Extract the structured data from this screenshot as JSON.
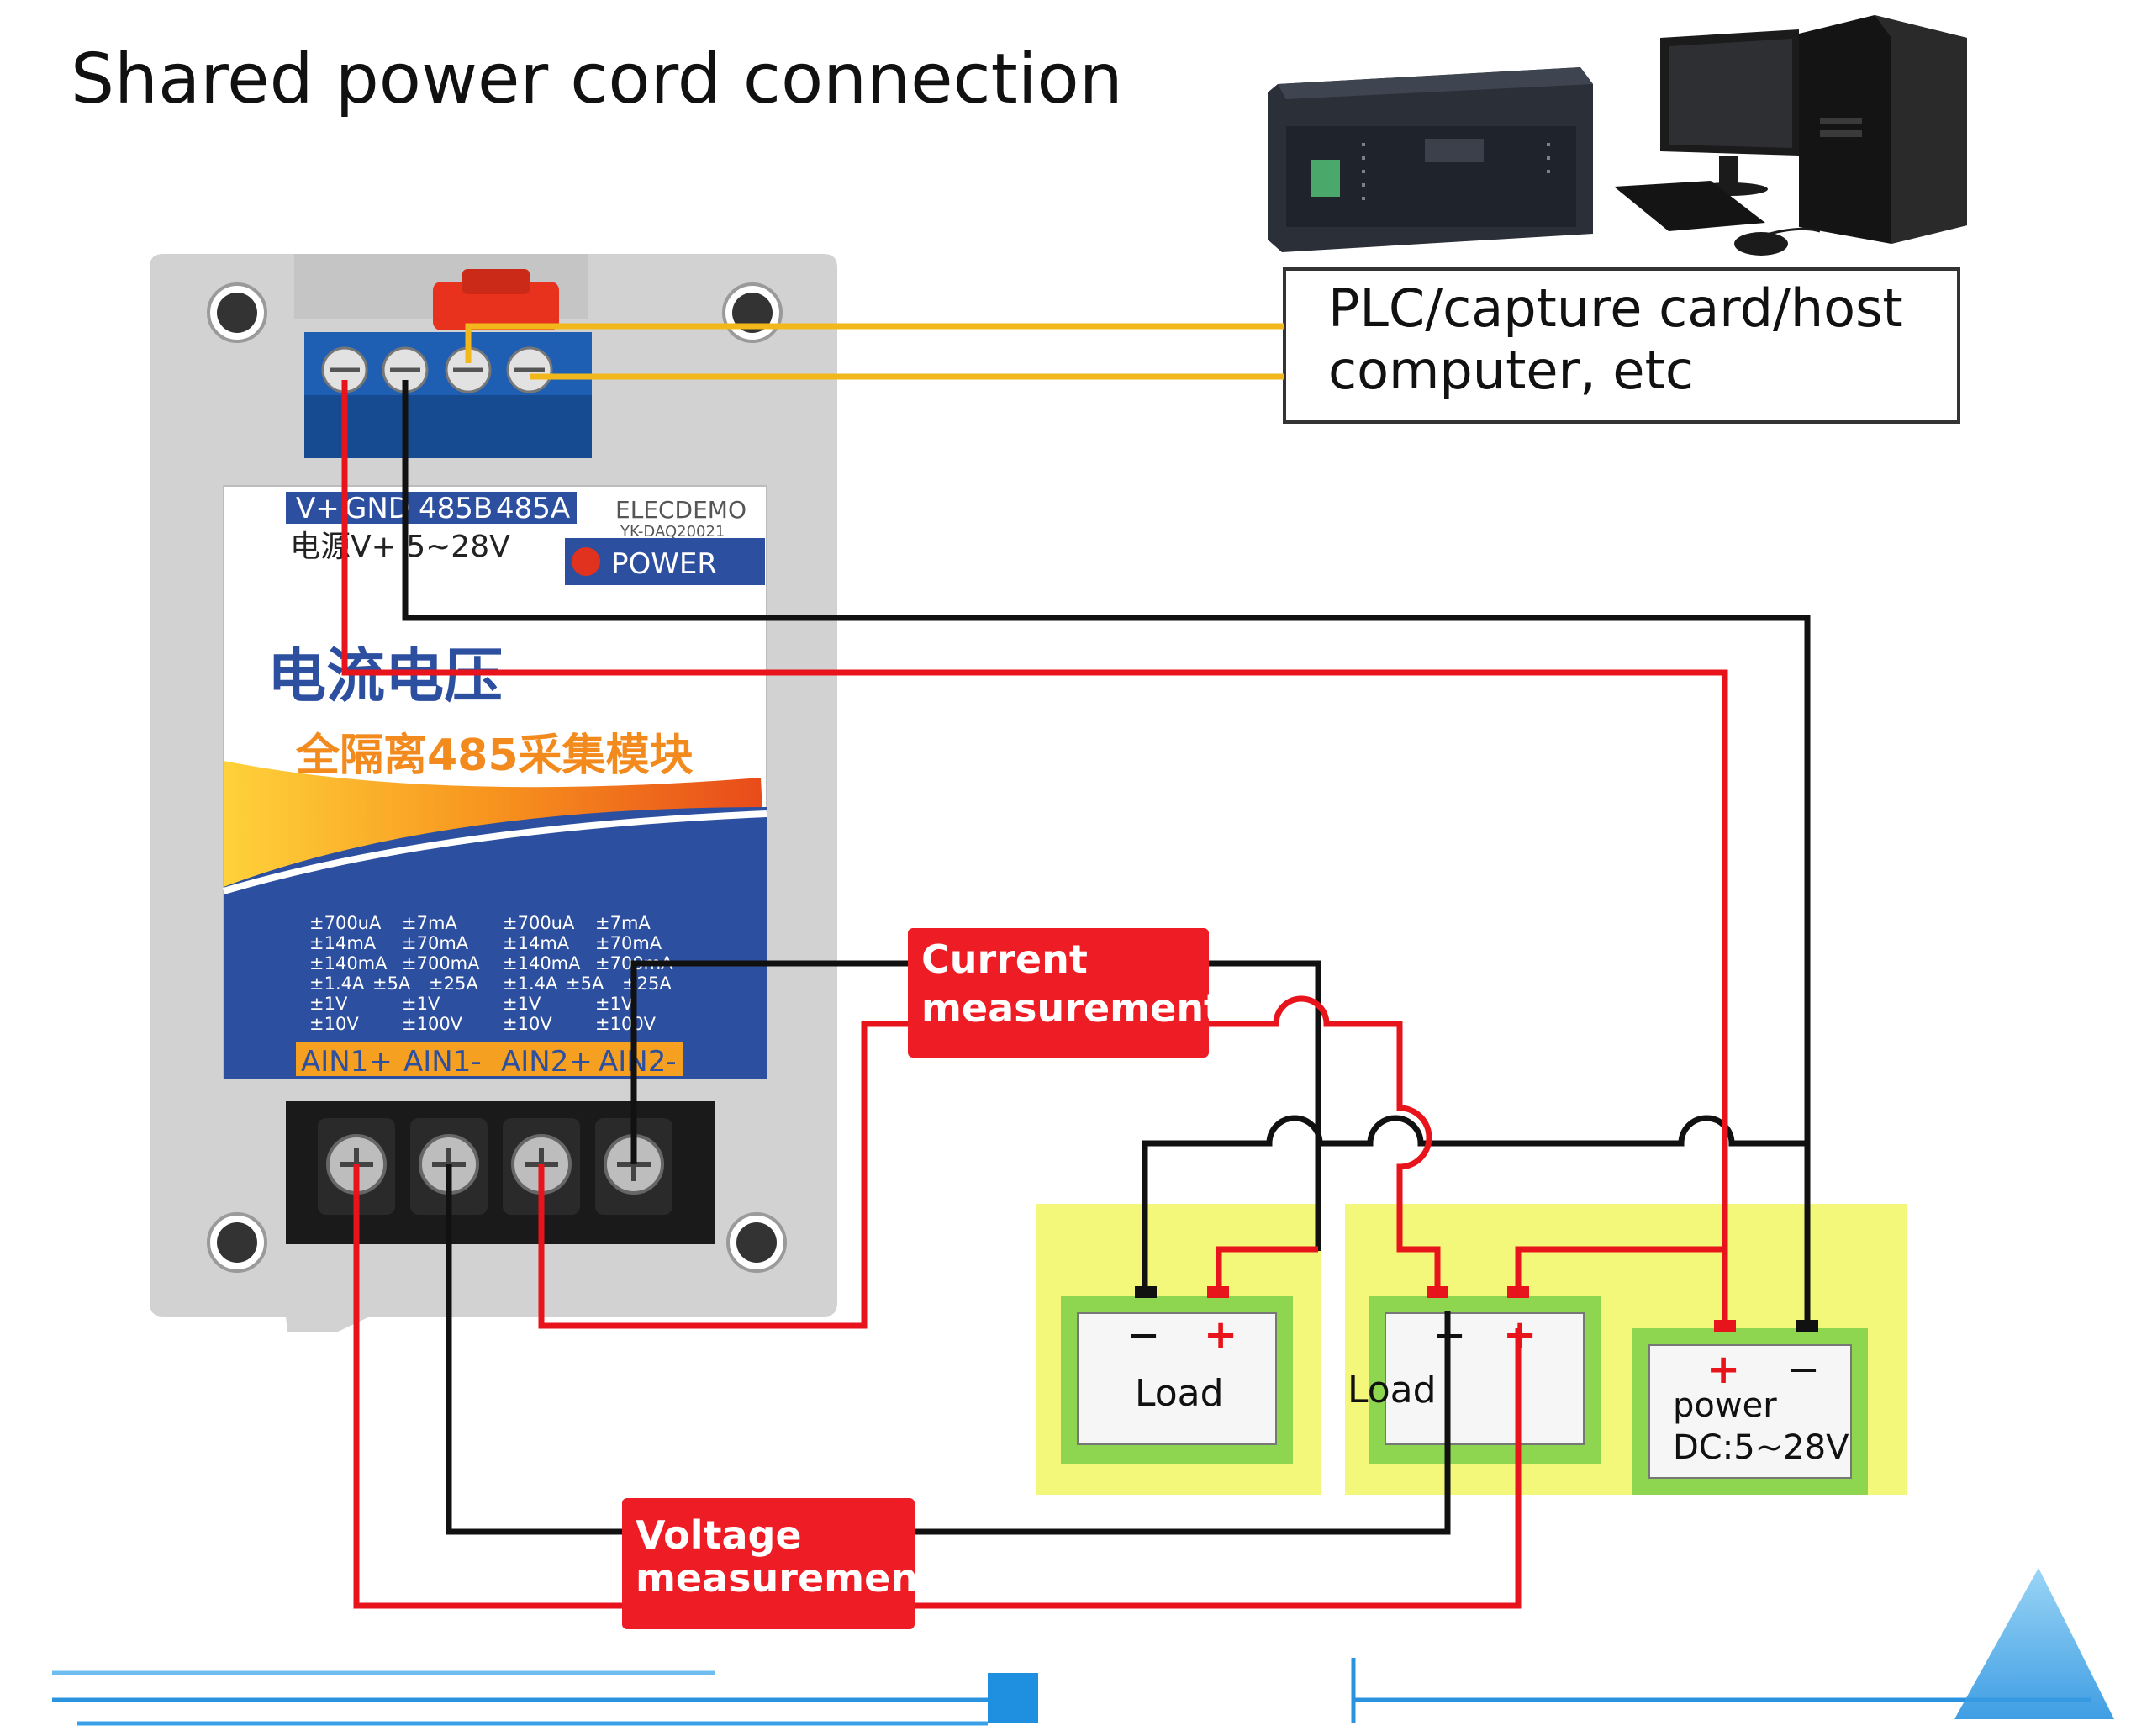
{
  "title": "Shared power cord connection",
  "host_box": {
    "line1": "PLC/capture card/host",
    "line2": "computer, etc"
  },
  "module": {
    "top_terminals": [
      "V+",
      "GND",
      "485B",
      "485A"
    ],
    "power_note": "电源V+  5~28V",
    "brand": "ELECDEMO",
    "model": "YK-DAQ20021",
    "power_led_label": "POWER",
    "title_cn": "电流电压",
    "subtitle_cn": "全隔离485采集模块",
    "ranges_left": [
      [
        "±700uA",
        "±7mA"
      ],
      [
        "±14mA",
        "±70mA"
      ],
      [
        "±140mA",
        "±700mA"
      ],
      [
        "±1.4A",
        "±5A",
        "±25A"
      ],
      [
        "±1V",
        "±1V"
      ],
      [
        "±10V",
        "±100V"
      ]
    ],
    "ranges_right": [
      [
        "±700uA",
        "±7mA"
      ],
      [
        "±14mA",
        "±70mA"
      ],
      [
        "±140mA",
        "±700mA"
      ],
      [
        "±1.4A",
        "±5A",
        "±25A"
      ],
      [
        "±1V",
        "±1V"
      ],
      [
        "±10V",
        "±100V"
      ]
    ],
    "bottom_terminals": [
      "AIN1+",
      "AIN1-",
      "AIN2+",
      "AIN2-"
    ]
  },
  "labels": {
    "current_line1": "Current",
    "current_line2": "measurement",
    "voltage_line1": "Voltage",
    "voltage_line2": "measurement"
  },
  "loads": [
    {
      "minus": "−",
      "plus": "+",
      "name": "Load"
    },
    {
      "minus": "−",
      "plus": "+",
      "name": "Load"
    }
  ],
  "power_supply": {
    "plus": "+",
    "minus": "−",
    "line1": "power",
    "line2": "DC:5~28V"
  },
  "colors": {
    "wire_red": "#e8141c",
    "wire_black": "#111111",
    "wire_yellow": "#f2b81b",
    "label_red": "#ee1c24",
    "yellow_panel": "#f3f77a",
    "green_border": "#8ed64f",
    "module_blue": "#2d4fa0",
    "accent_blue": "#3a9ee0"
  }
}
